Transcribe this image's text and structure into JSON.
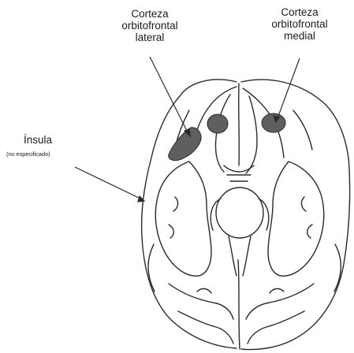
{
  "labels": {
    "lateral_ofc": [
      "Corteza",
      "orbitofrontal",
      "lateral"
    ],
    "medial_ofc": [
      "Corteza",
      "orbitofrontal",
      "medial"
    ],
    "insula": {
      "title": "Ínsula",
      "note": "(no especificado)"
    }
  },
  "colors": {
    "outline": "#2a2a2a",
    "region_fill": "#5f5f5f",
    "background": "#ffffff"
  }
}
